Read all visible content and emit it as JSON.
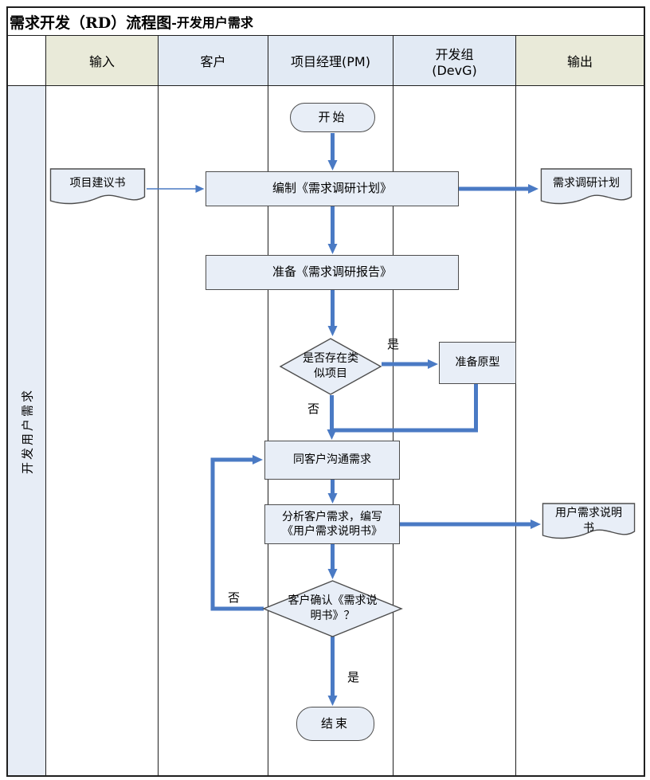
{
  "title": {
    "part1": "需求开发（RD）流程图",
    "part2": "-开发用户需求"
  },
  "lane_label": "开发用户需求",
  "columns": [
    {
      "label": "输入"
    },
    {
      "label": "客户"
    },
    {
      "label": "项目经理(PM)"
    },
    {
      "label": "开发组\n(DevG)"
    },
    {
      "label": "输出"
    }
  ],
  "nodes": {
    "start": "开始",
    "input_doc": "项目建议书",
    "plan_box": "编制《需求调研计划》",
    "plan_doc": "需求调研计划",
    "report_box": "准备《需求调研报告》",
    "similar_decision": "是否存在类似项目",
    "prototype_box": "准备原型",
    "communicate_box": "同客户沟通需求",
    "analyze_box": "分析客户需求，编写\n《用户需求说明书》",
    "spec_doc": "用户需求说明书",
    "confirm_decision": "客户确认《需求说明书》？",
    "end": "结束"
  },
  "edge_labels": {
    "similar_yes": "是",
    "similar_no": "否",
    "confirm_no": "否",
    "confirm_yes": "是"
  },
  "edges": [
    {
      "from": "start",
      "to": "plan_box"
    },
    {
      "from": "input_doc",
      "to": "plan_box"
    },
    {
      "from": "plan_box",
      "to": "plan_doc"
    },
    {
      "from": "plan_box",
      "to": "report_box"
    },
    {
      "from": "report_box",
      "to": "similar_decision"
    },
    {
      "from": "similar_decision",
      "to": "prototype_box",
      "label": "是"
    },
    {
      "from": "similar_decision",
      "to": "communicate_box",
      "label": "否"
    },
    {
      "from": "prototype_box",
      "to": "communicate_box"
    },
    {
      "from": "confirm_decision",
      "to": "communicate_box",
      "label": "否"
    },
    {
      "from": "communicate_box",
      "to": "analyze_box"
    },
    {
      "from": "analyze_box",
      "to": "spec_doc"
    },
    {
      "from": "analyze_box",
      "to": "confirm_decision"
    },
    {
      "from": "confirm_decision",
      "to": "end",
      "label": "是"
    }
  ],
  "colors": {
    "arrow": "#4A7AC4",
    "shape_fill": "#E8EEF7",
    "shape_border": "#4d4d4d",
    "header_beige": "#E9EAD9",
    "header_blue": "#E2EAF4",
    "lane_blue": "#E7EDF6",
    "grid_line": "#1f1f1f"
  }
}
